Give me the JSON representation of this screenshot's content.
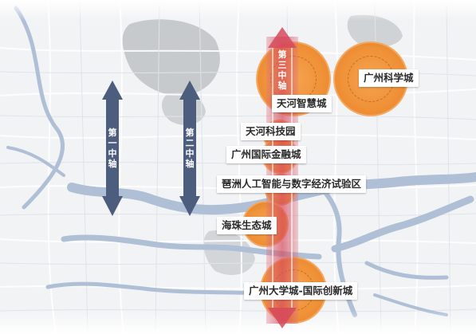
{
  "axes": [
    {
      "label": "第一中轴"
    },
    {
      "label": "第二中轴"
    },
    {
      "label": "第三中轴"
    }
  ],
  "places": [
    {
      "name": "广州科学城"
    },
    {
      "name": "天河智慧城"
    },
    {
      "name": "天河科技园"
    },
    {
      "name": "广州国际金融城"
    },
    {
      "name": "琶洲人工智能与数字经济试验区"
    },
    {
      "name": "海珠生态城"
    },
    {
      "name": "广州大学城-国际创新城"
    }
  ],
  "colors": {
    "river": "#aebfd6",
    "axis_arrow": "#4d5d7e",
    "third_axis": "#d64a5c",
    "zone": "#ef8b2c",
    "greenspace": "#c7cacc"
  }
}
